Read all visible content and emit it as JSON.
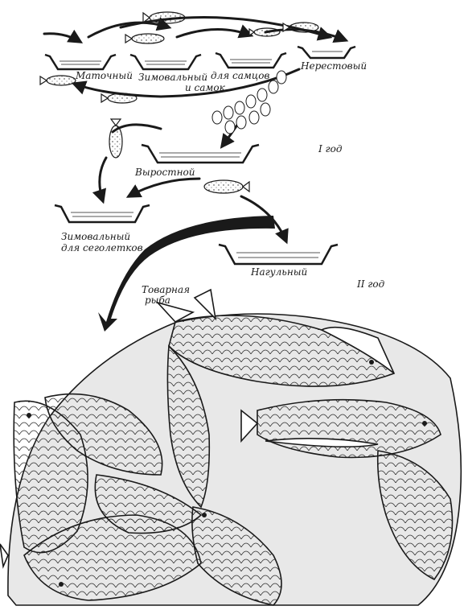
{
  "labels": {
    "matochny": "Маточный",
    "zimovalny_line1": "Зимовальный",
    "zimovalny_line2": "и самок",
    "dlya_samtsov": "для самцов",
    "nerestovy": "Нерестовый",
    "vyrostnoy": "Выростной",
    "zimovalny_seg_line1": "Зимовальный",
    "zimovalny_seg_line2": "для сеголетков",
    "nagulny": "Нагульный",
    "tovarnaya_line1": "Товарная",
    "tovarnaya_line2": "рыба"
  },
  "years": {
    "year1": "I год",
    "year2": "II год"
  },
  "colors": {
    "ink": "#1a1a1a",
    "water": "#6a6a6a",
    "paper": "#ffffff"
  }
}
